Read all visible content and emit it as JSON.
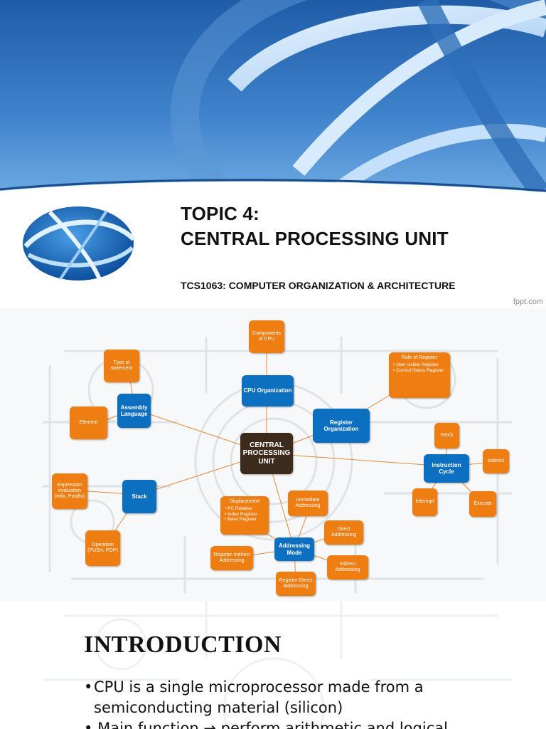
{
  "slide1": {
    "title_line1": "TOPIC 4:",
    "title_line2": "CENTRAL PROCESSING UNIT",
    "subtitle": "TCS1063: COMPUTER ORGANIZATION & ARCHITECTURE",
    "watermark": "fppt.com"
  },
  "mindmap": {
    "center": "CENTRAL PROCESSING UNIT",
    "cpu_org": "CPU Organization",
    "components": "Components of CPU",
    "register_org": "Register Organization",
    "role_register": {
      "title": "Role of Register",
      "items": [
        "User visible Register",
        "Control Status Register"
      ]
    },
    "assembly": "Assembly Language",
    "type_statement": "Type of statement",
    "element": "Element",
    "stack": "Stack",
    "expression": "Expression evaluation (Infix, Postfix)",
    "operation": "Operation (PUSH, POP)",
    "instruction_cycle": "Instruction Cycle",
    "fetch": "Fetch",
    "indirect": "Indirect",
    "interrupt": "Interrupt",
    "execute": "Execute",
    "addressing_mode": "Addressing Mode",
    "displacement": {
      "title": "Displacement",
      "items": [
        "PC Relative",
        "Index Register",
        "Base Register"
      ]
    },
    "immediate": "Immediate Addressing",
    "direct": "Direct Addressing",
    "indirect_addr": "Indirect Addressing",
    "reg_indirect": "Register-Indirect Addressing",
    "reg_direct": "Register-Direct Addressing"
  },
  "slide3": {
    "heading": "INTRODUCTION",
    "bullet1": "CPU is a single microprocessor made from a semiconducting material (silicon)",
    "bullet2": "Main function → perform arithmetic and logical"
  },
  "colors": {
    "orange_node": "#ee7d12",
    "blue_node": "#0c6fc0",
    "center_node": "#3c2a1c",
    "banner_blue": "#1f5ca8"
  }
}
